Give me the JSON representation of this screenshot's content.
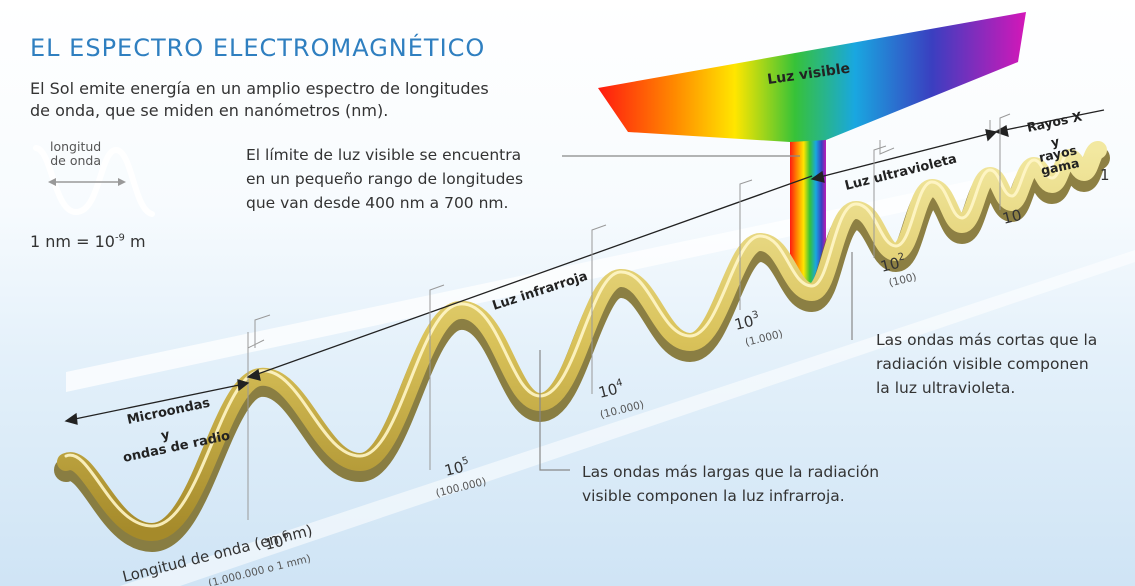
{
  "title": "EL ESPECTRO ELECTROMAGNÉTICO",
  "intro": {
    "line1": "El Sol emite energía en un amplio espectro de longitudes",
    "line2": "de onda, que se miden en nanómetros (nm)."
  },
  "wave_icon": {
    "label_line1": "longitud",
    "label_line2": "de onda"
  },
  "unit": {
    "base": "1 nm = 10",
    "exp": "-9",
    "suffix": " m"
  },
  "visible_note": {
    "line1": "El límite de luz visible se encuentra",
    "line2": "en un pequeño rango de longitudes",
    "line3": "que van desde 400 nm a 700 nm."
  },
  "ultraviolet_note": {
    "line1": "Las ondas más cortas que la",
    "line2": "radiación visible componen",
    "line3": "la luz ultravioleta."
  },
  "infrared_note": {
    "line1": "Las ondas más largas que la radiación",
    "line2": "visible componen la luz infrarroja."
  },
  "visible_label": "Luz visible",
  "bands": {
    "microwave_line1": "Microondas",
    "microwave_line2": "y",
    "microwave_line3": "ondas de radio",
    "infrared": "Luz infrarroja",
    "ultraviolet": "Luz ultravioleta",
    "xray_line1": "Rayos X",
    "xray_line2": "y",
    "xray_line3": "rayos",
    "xray_line4": "gama"
  },
  "axis_title": "Longitud de onda (en nm)",
  "ticks": {
    "t6": {
      "base": "10",
      "exp": "6",
      "sub": "(1.000.000  o 1 mm)"
    },
    "t5": {
      "base": "10",
      "exp": "5",
      "sub": "(100.000)"
    },
    "t4": {
      "base": "10",
      "exp": "4",
      "sub": "(10.000)"
    },
    "t3": {
      "base": "10",
      "exp": "3",
      "sub": "(1.000)"
    },
    "t2": {
      "base": "10",
      "exp": "2",
      "sub": "(100)"
    },
    "t1": {
      "label": "10"
    },
    "t0": {
      "label": "1"
    }
  }
}
